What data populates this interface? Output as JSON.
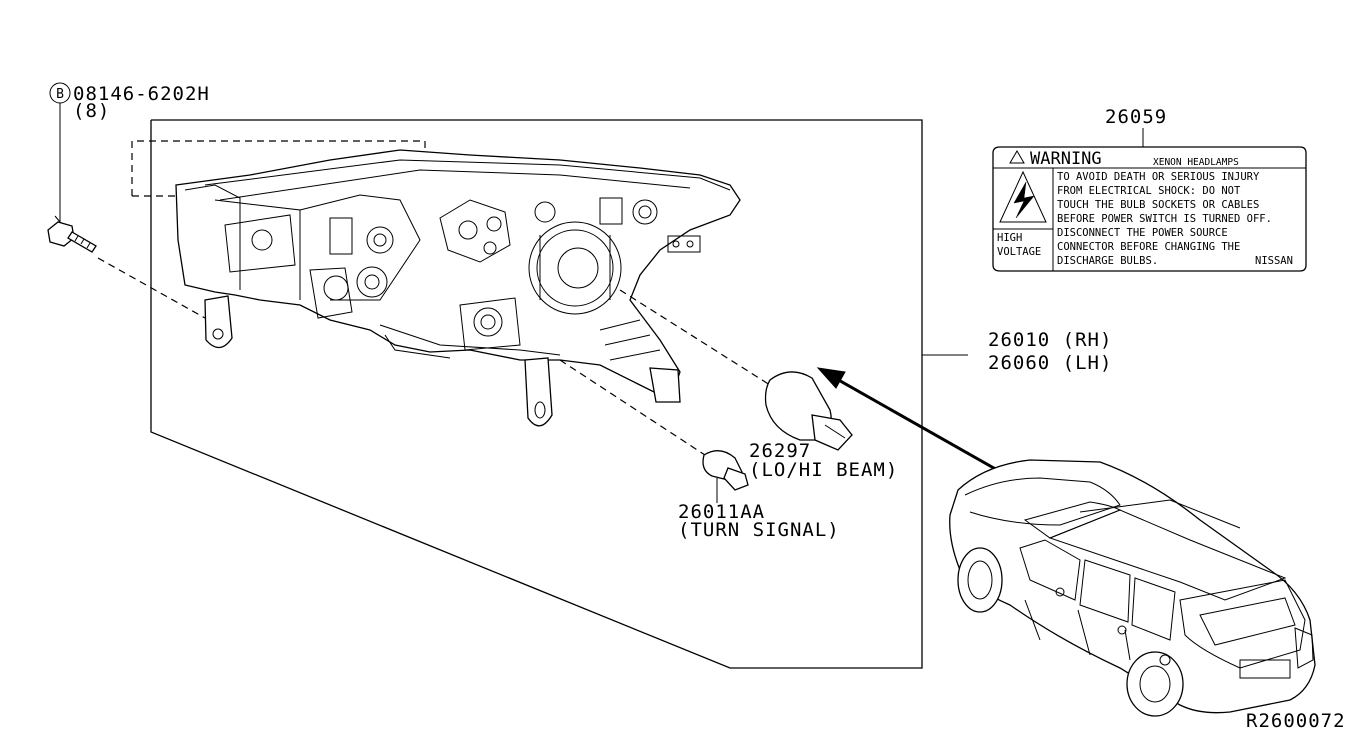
{
  "bolt": {
    "circle_letter": "B",
    "part_number": "08146-6202H",
    "quantity": "(8)"
  },
  "warning_label": {
    "part_number": "26059",
    "heading": "WARNING",
    "subheading": "XENON HEADLAMPS",
    "hazard_lines": [
      "HIGH",
      "VOLTAGE"
    ],
    "text_lines": [
      "TO AVOID DEATH OR SERIOUS INJURY",
      "FROM ELECTRICAL SHOCK: DO NOT",
      "TOUCH THE BULB SOCKETS OR CABLES",
      "BEFORE POWER SWITCH IS TURNED OFF.",
      "DISCONNECT THE POWER SOURCE",
      "CONNECTOR BEFORE CHANGING THE",
      "DISCHARGE BULBS."
    ],
    "brand": "NISSAN"
  },
  "headlamp_assembly": {
    "part_rh": "26010 (RH)",
    "part_lh": "26060 (LH)"
  },
  "beam_bulb": {
    "part_number": "26297",
    "description": "(LO/HI BEAM)"
  },
  "turn_bulb": {
    "part_number": "26011AA",
    "description": "(TURN SIGNAL)"
  },
  "diagram_code": "R2600072"
}
